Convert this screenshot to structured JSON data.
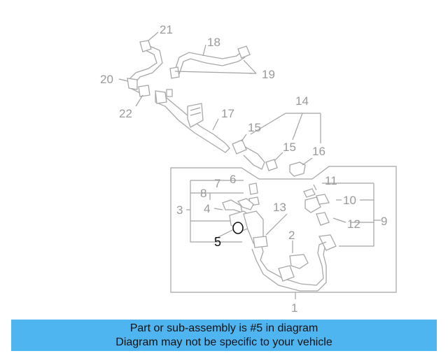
{
  "diagram": {
    "callouts": {
      "c1": "1",
      "c2": "2",
      "c3": "3",
      "c4": "4",
      "c5": "5",
      "c6": "6",
      "c7": "7",
      "c8": "8",
      "c9": "9",
      "c10": "10",
      "c11": "11",
      "c12": "12",
      "c13": "13",
      "c14": "14",
      "c15a": "15",
      "c15b": "15",
      "c16": "16",
      "c17": "17",
      "c18": "18",
      "c19": "19",
      "c20": "20",
      "c21": "21",
      "c22": "22"
    },
    "highlighted_part": "5"
  },
  "banner": {
    "line1": "Part or sub-assembly is #5 in diagram",
    "line2": "Diagram may not be specific to your vehicle"
  },
  "colors": {
    "banner_bg": "#4fb5f1",
    "diagram_gray": "#a3a3a3",
    "highlight": "#111111"
  }
}
